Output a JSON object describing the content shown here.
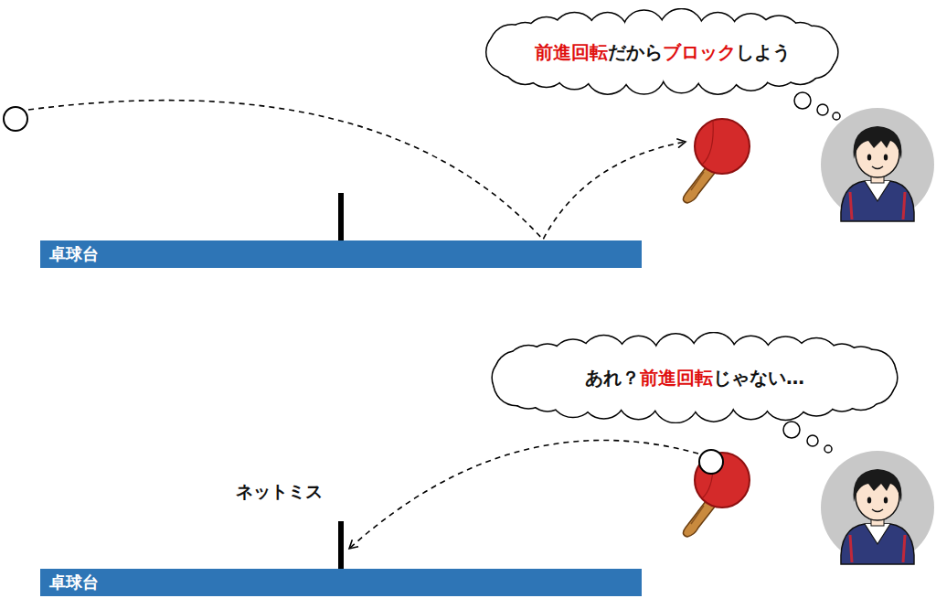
{
  "diagram": {
    "nodes": [
      {
        "text": [
          "前進回転",
          "だから",
          "ブロック",
          "しよう"
        ]
      },
      {
        "text": [
          "卓球台"
        ]
      },
      {
        "text": [
          "あれ？",
          "前進回転",
          "じゃない…"
        ]
      },
      {
        "text": [
          "卓球台"
        ]
      }
    ],
    "labels": [
      "ネットミス"
    ]
  }
}
